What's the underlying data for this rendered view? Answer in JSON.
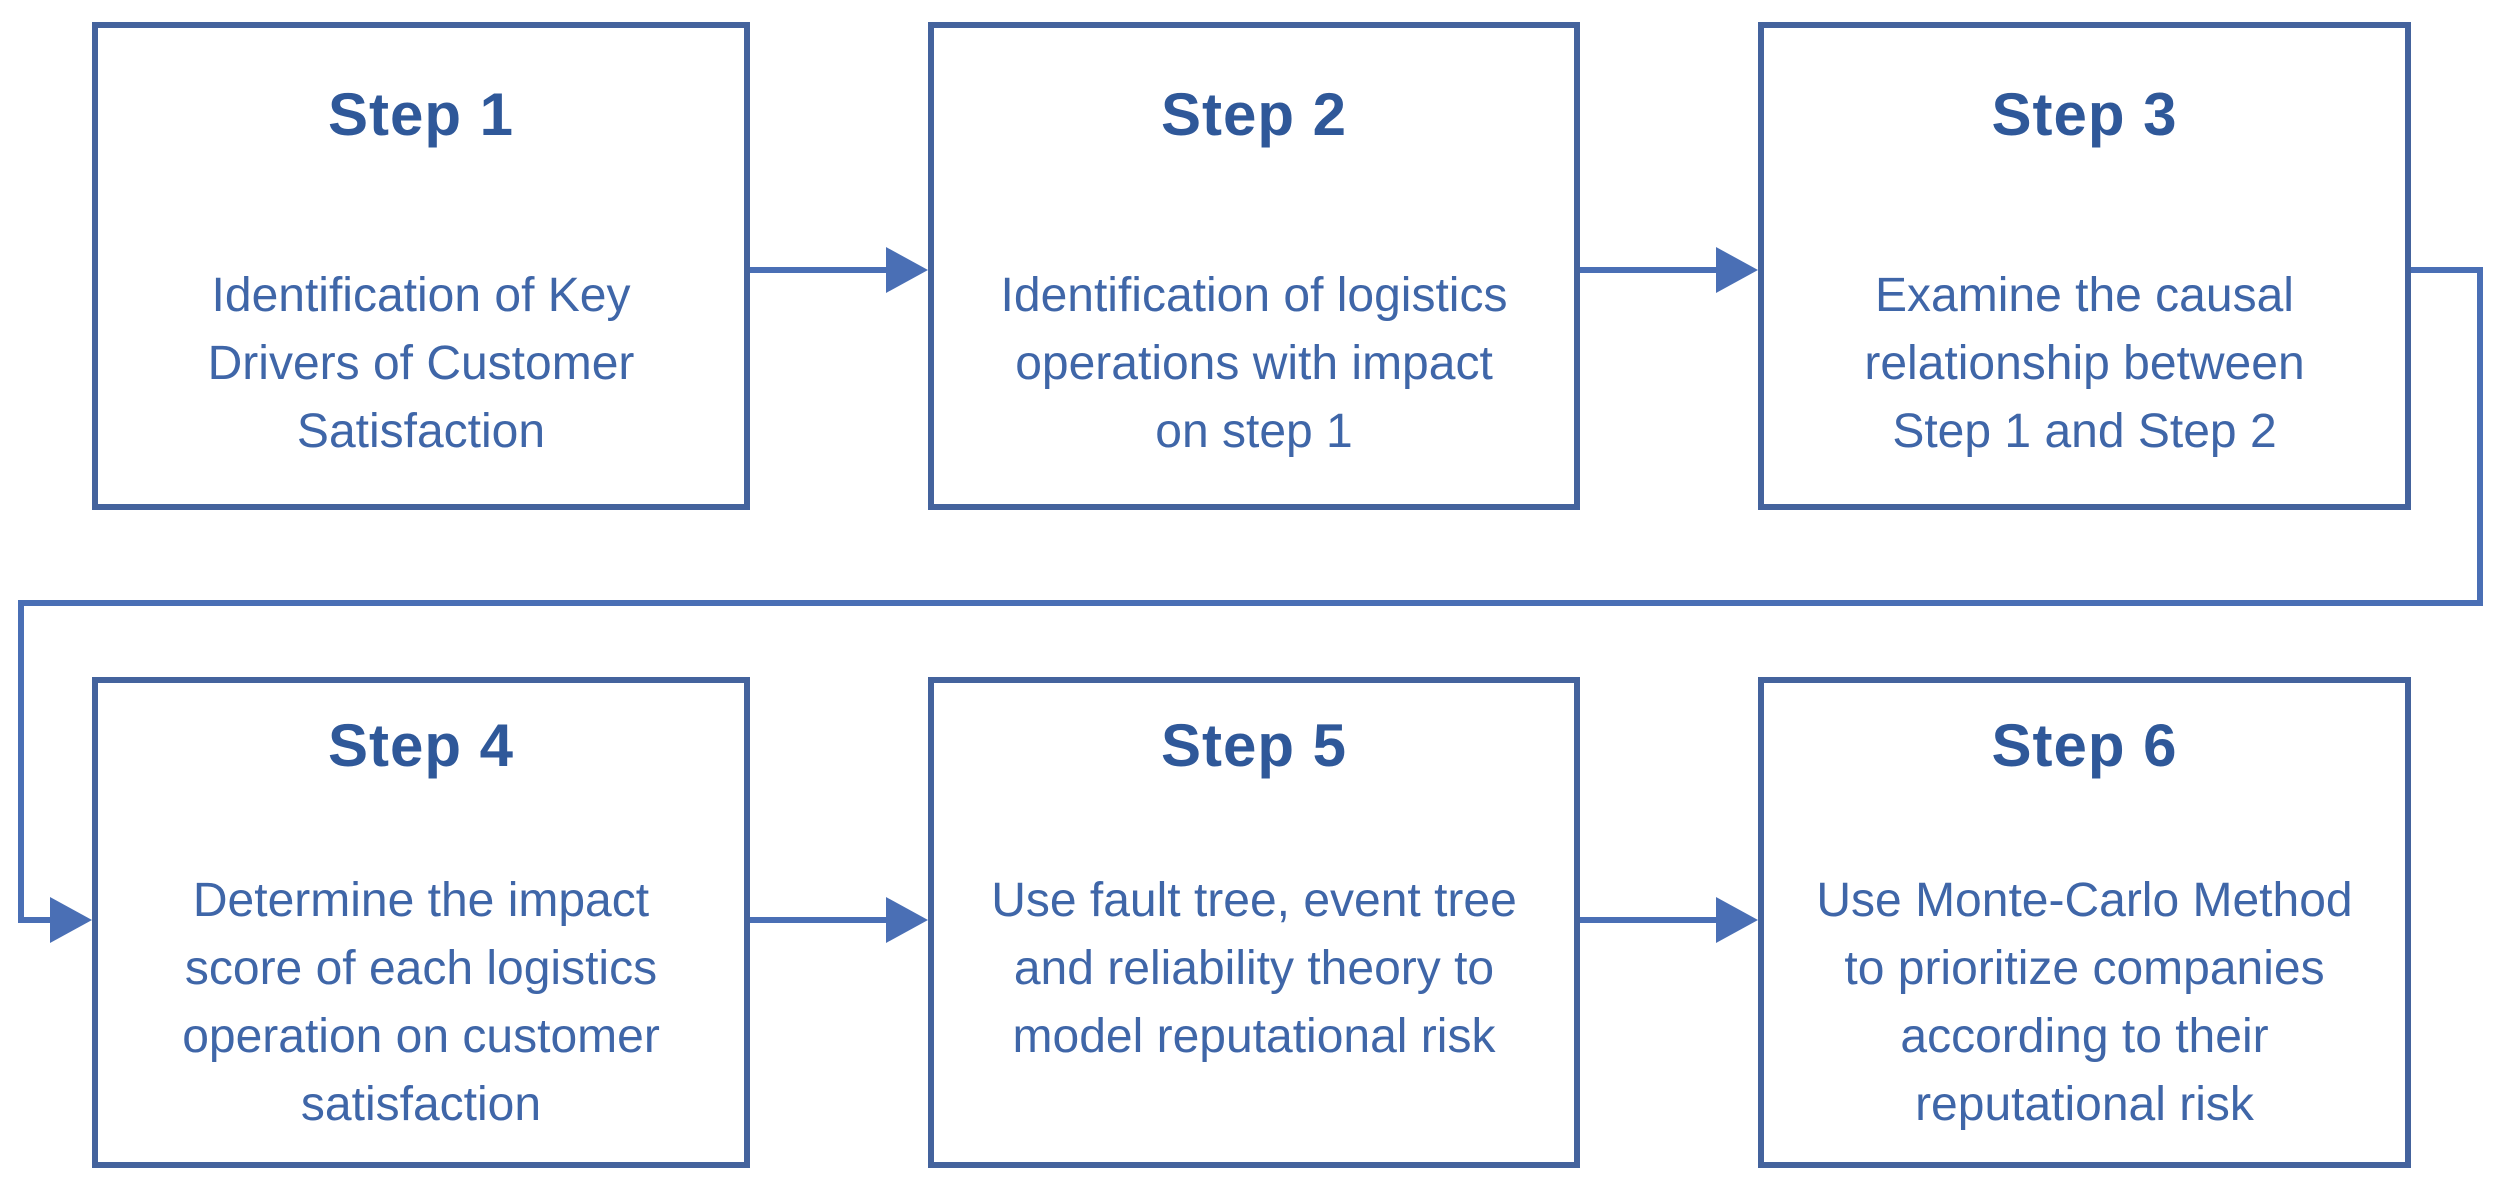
{
  "diagram": {
    "title": "Six-step reputational risk assessment process flowchart",
    "boxes": [
      {
        "id": "step-1",
        "title": "Step 1",
        "body": "Identification of Key\nDrivers of Customer\nSatisfaction"
      },
      {
        "id": "step-2",
        "title": "Step 2",
        "body": "Identification of logistics\noperations with impact\non step 1"
      },
      {
        "id": "step-3",
        "title": "Step 3",
        "body": "Examine the causal\nrelationship between\nStep 1 and Step 2"
      },
      {
        "id": "step-4",
        "title": "Step 4",
        "body": "Determine the impact\nscore of each logistics\noperation on customer\nsatisfaction"
      },
      {
        "id": "step-5",
        "title": "Step 5",
        "body": "Use fault tree, event tree\nand reliability theory to\nmodel reputational risk"
      },
      {
        "id": "step-6",
        "title": "Step 6",
        "body": "Use Monte-Carlo Method\nto prioritize companies\naccording to their\nreputational risk"
      }
    ],
    "connections": [
      {
        "from": "Step 1",
        "to": "Step 2",
        "type": "arrow-right"
      },
      {
        "from": "Step 2",
        "to": "Step 3",
        "type": "arrow-right"
      },
      {
        "from": "Step 3",
        "to": "Step 4",
        "type": "wrap-around-arrow"
      },
      {
        "from": "Step 4",
        "to": "Step 5",
        "type": "arrow-right"
      },
      {
        "from": "Step 5",
        "to": "Step 6",
        "type": "arrow-right"
      }
    ],
    "colors": {
      "box_border": "#44639d",
      "connector": "#4a6fb5",
      "title_text": "#2f5899",
      "body_text": "#3f66a8",
      "background": "#ffffff"
    }
  }
}
